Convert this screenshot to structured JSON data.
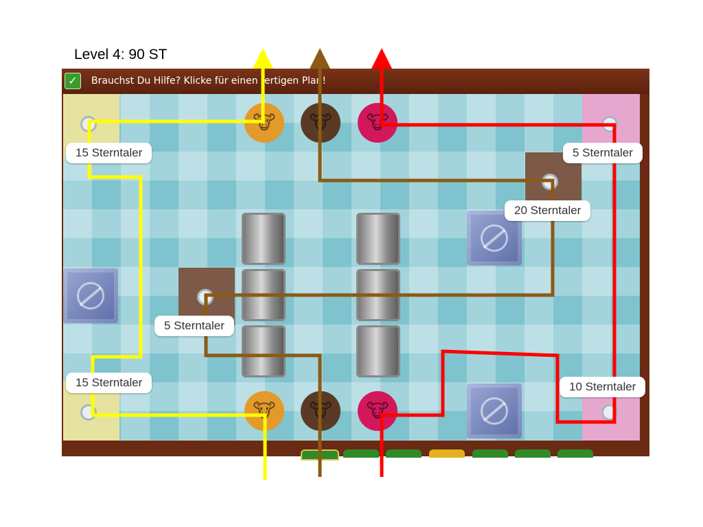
{
  "header": {
    "title": "Level 4: 90 ST"
  },
  "help": {
    "text": "Brauchst Du Hilfe? Klicke für einen fertigen Plan!",
    "check_glyph": "✓"
  },
  "cows": [
    {
      "name": "orange-cow",
      "color": "#e39a2b",
      "glyph": "🐮"
    },
    {
      "name": "brown-cow",
      "color": "#5a3a24",
      "glyph": "🐮"
    },
    {
      "name": "pink-cow",
      "color": "#d2185a",
      "glyph": "🐮"
    }
  ],
  "labels": {
    "top_left": "15 Sterntaler",
    "top_right": "5 Sterntaler",
    "mid_right": "20 Sterntaler",
    "mid_left": "5 Sterntaler",
    "bottom_left": "15 Sterntaler",
    "bottom_right": "10 Sterntaler"
  },
  "colors": {
    "yellow_path": "#ffff00",
    "brown_path": "#8b5a14",
    "red_path": "#ff0000",
    "board": "#7fc3cf",
    "frame": "#6b2a13",
    "block": "#7180b8"
  }
}
